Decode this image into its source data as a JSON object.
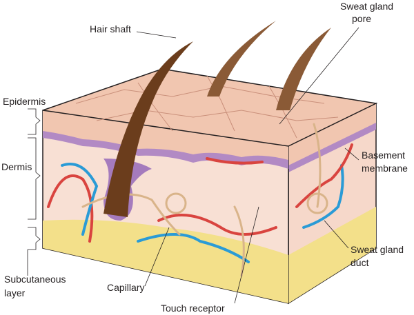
{
  "title": "Skin cross-section",
  "labels": {
    "hair_shaft": "Hair shaft",
    "sweat_gland_pore_1": "Sweat gland",
    "sweat_gland_pore_2": "pore",
    "epidermis": "Epidermis",
    "dermis": "Dermis",
    "basement_membrane_1": "Basement",
    "basement_membrane_2": "membrane",
    "subcutaneous_1": "Subcutaneous",
    "subcutaneous_2": "layer",
    "capillary": "Capillary",
    "touch_receptor": "Touch receptor",
    "sweat_gland_duct_1": "Sweat gland",
    "sweat_gland_duct_2": "duct"
  },
  "colors": {
    "epidermis": "#f1c6b0",
    "basement": "#b28ac4",
    "dermis": "#f8e0d4",
    "fat": "#f3e08a",
    "hair": "#6b3d1c",
    "artery": "#d9443f",
    "vein": "#2a9bd6",
    "nerve": "#d9b48a"
  }
}
